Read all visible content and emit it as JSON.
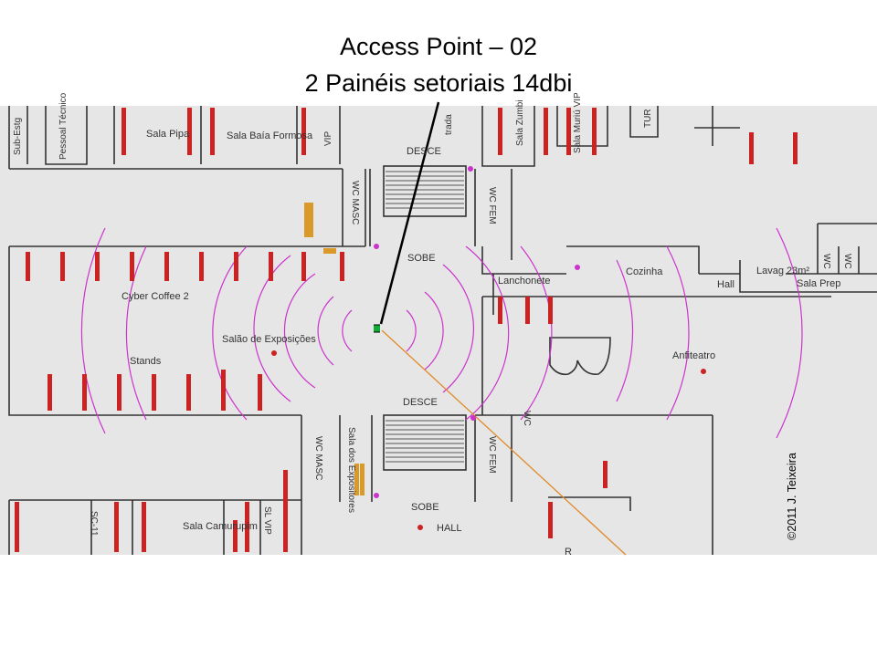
{
  "header": {
    "title_line1": "Access Point – 02",
    "title_line2": "2 Painéis setoriais 14dbi"
  },
  "credit": "©2011 J. Teixeira",
  "colors": {
    "background": "#ffffff",
    "plan_bg": "#e6e6e6",
    "walls": "#333333",
    "coverage_arcs": "#cc33cc",
    "sockets": "#cc2222",
    "network_outlets": "#d99a2a",
    "cable_line": "#e08a2a",
    "access_point": "#11aa33"
  },
  "rooms": {
    "sub_estg": "Sub-Estg",
    "pessoal_tecnico": "Pessoal Técnico",
    "sala_pipa": "Sala Pipa",
    "sala_baia_formosa": "Sala Baía Formosa",
    "vip": "VIP",
    "entrada": "trada",
    "sala_zumbi": "Sala Zumbi",
    "sala_muriu_vip": "Sala Muriú VIP",
    "tur": "TUR",
    "wc_masc_top": "WC MASC",
    "wc_fem_top": "WC FEM",
    "desce_top": "DESCE",
    "sobe_top": "SOBE",
    "cyber_coffee": "Cyber Coffee 2",
    "salao_exposicoes": "Salão de Exposições",
    "stands": "Stands",
    "lanchonete": "Lanchonete",
    "cozinha": "Cozinha",
    "lavag": "Lavag 23m²",
    "hall_top": "Hall",
    "sala_prep": "Sala Prep",
    "wc_small_1": "WC",
    "wc_small_2": "WC",
    "wc_mid": "WC",
    "anfiteatro": "Anfiteatro",
    "desce_bottom": "DESCE",
    "wc_masc_bottom": "WC MASC",
    "sala_expositores": "Sala dos Expositores",
    "wc_fem_bottom": "WC FEM",
    "sobe_bottom": "SOBE",
    "hall_bottom": "HALL",
    "sala_camurupim": "Sala Camurupim",
    "sl_vip": "SL VIP",
    "sc_11": "SC-11",
    "r_partial": "R"
  }
}
